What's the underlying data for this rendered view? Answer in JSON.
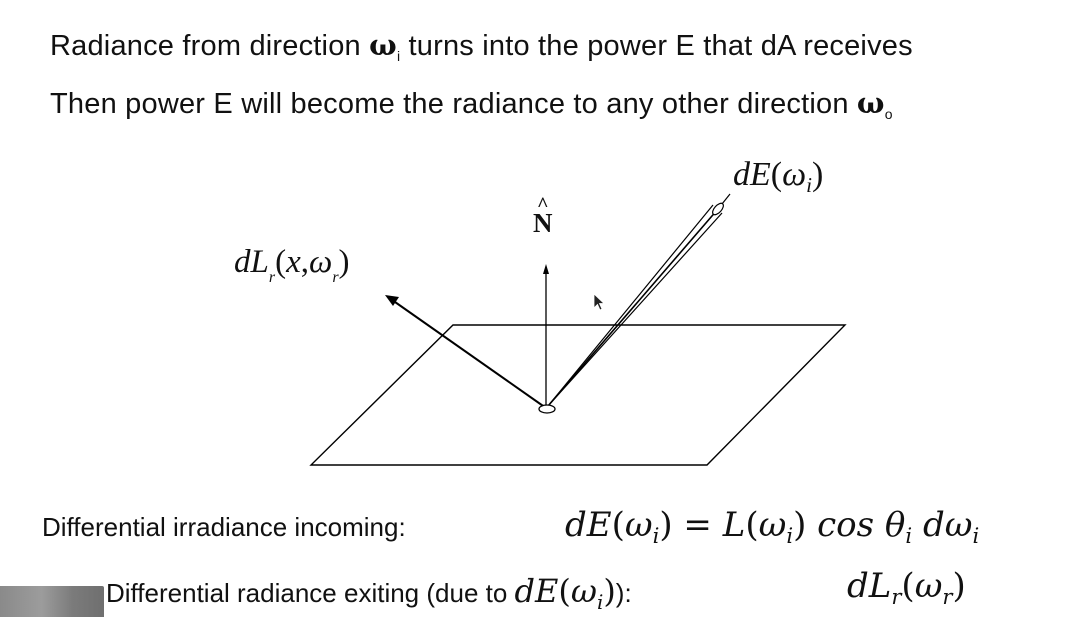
{
  "header": {
    "line1": {
      "prefix": "Radiance from direction ",
      "omega": "ω",
      "omega_sub": "i",
      "suffix": " turns into the power E that dA receives"
    },
    "line2": {
      "prefix": "Then power E will become the radiance to any other direction ",
      "omega": "ω",
      "omega_sub": "o"
    }
  },
  "diagram": {
    "incoming_label": {
      "d": "dE",
      "open": "(",
      "omega": "ω",
      "sub": "i",
      "close": ")"
    },
    "normal_label": {
      "symbol": "N",
      "hat": "^"
    },
    "outgoing_label": {
      "d": "dL",
      "sub1": "r",
      "open": "(",
      "x": "x",
      "comma": ",",
      "omega": "ω",
      "sub2": "r",
      "close": ")"
    }
  },
  "equations": {
    "irradiance": {
      "label": "Differential irradiance incoming:",
      "lhs_d": "dE",
      "lhs_omega": "ω",
      "lhs_sub": "i",
      "eq": "=",
      "L": "L",
      "L_omega": "ω",
      "L_sub": "i",
      "cos": "cos",
      "theta": "θ",
      "theta_sub": "i",
      "dw": "dω",
      "dw_sub": "i"
    },
    "radiance": {
      "label_prefix": "Differential radiance exiting (due to ",
      "inline_d": "dE",
      "inline_omega": "ω",
      "inline_sub": "i",
      "label_suffix": "):",
      "rhs_d": "dL",
      "rhs_sub": "r",
      "rhs_omega": "ω",
      "rhs_omega_sub": "r"
    }
  },
  "colors": {
    "text": "#111111",
    "background": "#ffffff",
    "lines": "#000000"
  }
}
